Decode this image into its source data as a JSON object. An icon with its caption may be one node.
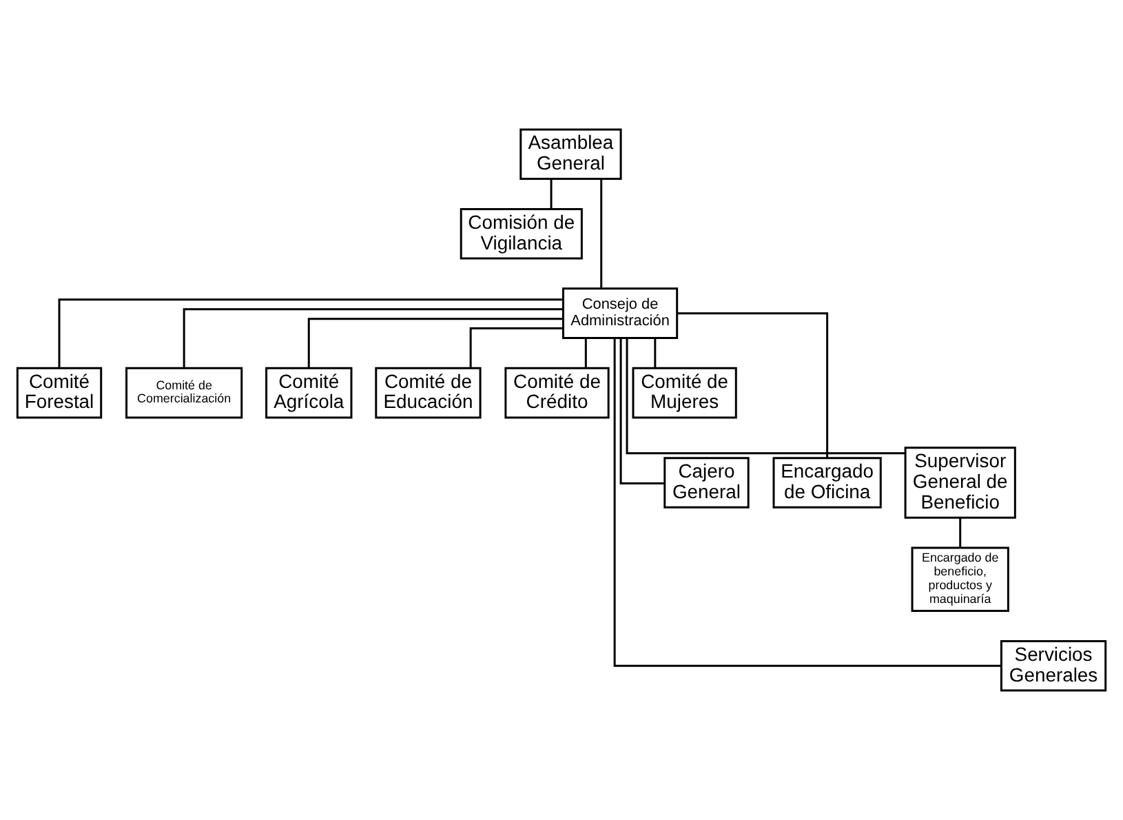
{
  "diagram": {
    "nodes": [
      {
        "text": [
          "Asamblea General"
        ]
      },
      {
        "text": [
          "Comisión de Vigilancia"
        ]
      },
      {
        "text": [
          "Consejo de Administración"
        ]
      },
      {
        "text": [
          "Comité Forestal"
        ]
      },
      {
        "text": [
          "Comité de Comercialización"
        ]
      },
      {
        "text": [
          "Comité Agrícola"
        ]
      },
      {
        "text": [
          "Comité de Educación"
        ]
      },
      {
        "text": [
          "Comité de Crédito"
        ]
      },
      {
        "text": [
          "Comité de Mujeres"
        ]
      },
      {
        "text": [
          "Cajero General"
        ]
      },
      {
        "text": [
          "Encargado de Oficina"
        ]
      },
      {
        "text": [
          "Supervisor General de Beneficio"
        ]
      },
      {
        "text": [
          "Encargado de beneficio, productos y maquinaría"
        ]
      },
      {
        "text": [
          "Servicios Generales"
        ]
      }
    ],
    "edges": [
      {
        "from": 0,
        "to": 1,
        "arrow": "none"
      },
      {
        "from": 0,
        "to": 2,
        "arrow": "none"
      },
      {
        "from": 2,
        "to": 3,
        "arrow": "none"
      },
      {
        "from": 2,
        "to": 4,
        "arrow": "none"
      },
      {
        "from": 2,
        "to": 5,
        "arrow": "none"
      },
      {
        "from": 2,
        "to": 6,
        "arrow": "none"
      },
      {
        "from": 2,
        "to": 7,
        "arrow": "none"
      },
      {
        "from": 2,
        "to": 8,
        "arrow": "none"
      },
      {
        "from": 2,
        "to": 9,
        "arrow": "none"
      },
      {
        "from": 2,
        "to": 10,
        "arrow": "none"
      },
      {
        "from": 2,
        "to": 11,
        "arrow": "none"
      },
      {
        "from": 11,
        "to": 12,
        "arrow": "none"
      },
      {
        "from": 2,
        "to": 13,
        "arrow": "none"
      }
    ]
  }
}
